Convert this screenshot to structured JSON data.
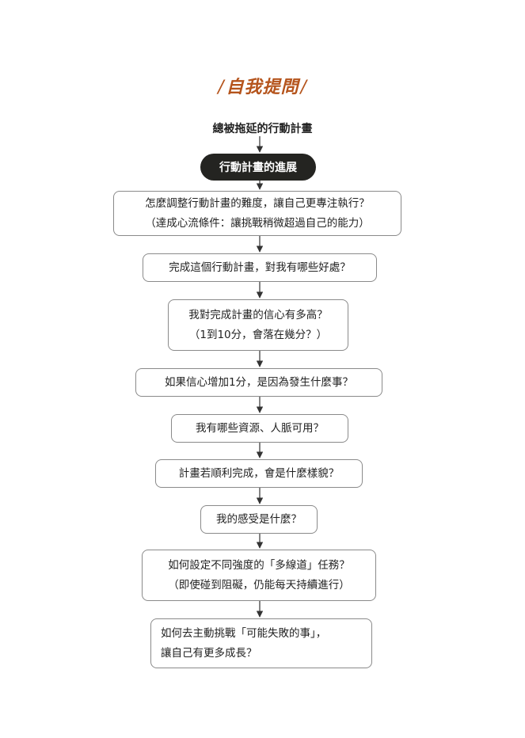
{
  "title": "自我提問",
  "start_label": "總被拖延的行動計畫",
  "header_pill": "行動計畫的進展",
  "questions": [
    {
      "line1": "怎麼調整行動計畫的難度，讓自己更專注執行？",
      "line2": "（達成心流條件：讓挑戰稍微超過自己的能力）"
    },
    {
      "line1": "完成這個行動計畫，對我有哪些好處？",
      "line2": ""
    },
    {
      "line1": "我對完成計畫的信心有多高？",
      "line2": "（1到10分，會落在幾分？）"
    },
    {
      "line1": "如果信心增加1分，是因為發生什麼事？",
      "line2": ""
    },
    {
      "line1": "我有哪些資源、人脈可用？",
      "line2": ""
    },
    {
      "line1": "計畫若順利完成，會是什麼樣貌？",
      "line2": ""
    },
    {
      "line1": "我的感受是什麼？",
      "line2": ""
    },
    {
      "line1": "如何設定不同強度的「多線道」任務？",
      "line2": "（即使碰到阻礙，仍能每天持續進行）"
    },
    {
      "line1": "如何去主動挑戰「可能失敗的事」，",
      "line2": "讓自己有更多成長？"
    }
  ],
  "colors": {
    "title": "#b5541c",
    "pill_bg": "#242421",
    "border": "#8a8a8a"
  }
}
